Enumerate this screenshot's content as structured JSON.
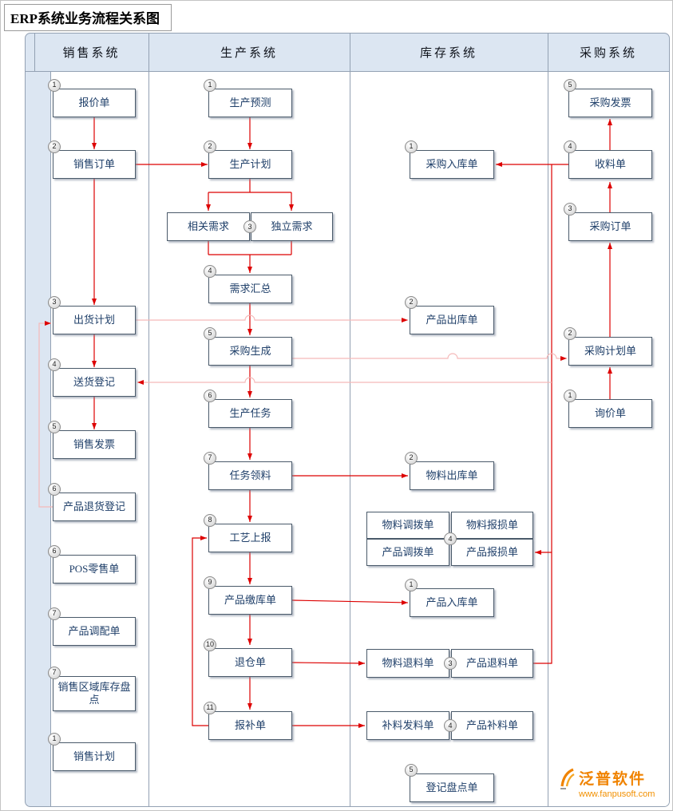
{
  "title": "ERP系统业务流程关系图",
  "header": {
    "columns": [
      {
        "label": "销售系统"
      },
      {
        "label": "生产系统"
      },
      {
        "label": "库存系统"
      },
      {
        "label": "采购系统"
      }
    ]
  },
  "nodes": {
    "sales": [
      {
        "num": "1",
        "label": "报价单"
      },
      {
        "num": "2",
        "label": "销售订单"
      },
      {
        "num": "3",
        "label": "出货计划"
      },
      {
        "num": "4",
        "label": "送货登记"
      },
      {
        "num": "5",
        "label": "销售发票"
      },
      {
        "num": "6",
        "label": "产品退货登记"
      },
      {
        "num": "6",
        "label": "POS零售单"
      },
      {
        "num": "7",
        "label": "产品调配单"
      },
      {
        "num": "7",
        "label": "销售区域库存盘点"
      },
      {
        "num": "1",
        "label": "销售计划"
      }
    ],
    "production": [
      {
        "num": "1",
        "label": "生产预测"
      },
      {
        "num": "2",
        "label": "生产计划"
      },
      {
        "num": "4",
        "label": "需求汇总"
      },
      {
        "num": "5",
        "label": "采购生成"
      },
      {
        "num": "6",
        "label": "生产任务"
      },
      {
        "num": "7",
        "label": "任务领料"
      },
      {
        "num": "8",
        "label": "工艺上报"
      },
      {
        "num": "9",
        "label": "产品缴库单"
      },
      {
        "num": "10",
        "label": "退仓单"
      },
      {
        "num": "11",
        "label": "报补单"
      }
    ],
    "production_pair": {
      "num": "3",
      "left": "相关需求",
      "right": "独立需求"
    },
    "inventory": [
      {
        "num": "1",
        "label": "采购入库单"
      },
      {
        "num": "2",
        "label": "产品出库单"
      },
      {
        "num": "2",
        "label": "物料出库单"
      },
      {
        "num": "1",
        "label": "产品入库单"
      },
      {
        "num": "5",
        "label": "登记盘点单"
      }
    ],
    "inventory_groups": [
      {
        "num": "4",
        "cells": [
          "物料调拨单",
          "物料报损单",
          "产品调拨单",
          "产品报损单"
        ]
      },
      {
        "num": "3",
        "cells": [
          "物料退料单",
          "产品退料单"
        ]
      },
      {
        "num": "4",
        "cells": [
          "补料发料单",
          "产品补料单"
        ]
      }
    ],
    "purchase": [
      {
        "num": "5",
        "label": "采购发票"
      },
      {
        "num": "4",
        "label": "收料单"
      },
      {
        "num": "3",
        "label": "采购订单"
      },
      {
        "num": "2",
        "label": "采购计划单"
      },
      {
        "num": "1",
        "label": "询价单"
      }
    ]
  },
  "watermark": {
    "brand": "泛普软件",
    "url": "www.fanpusoft.com"
  },
  "colors": {
    "arrow": "#dd0000",
    "arrow_light": "#f5b9b9",
    "panel_blue": "#dce6f2"
  }
}
